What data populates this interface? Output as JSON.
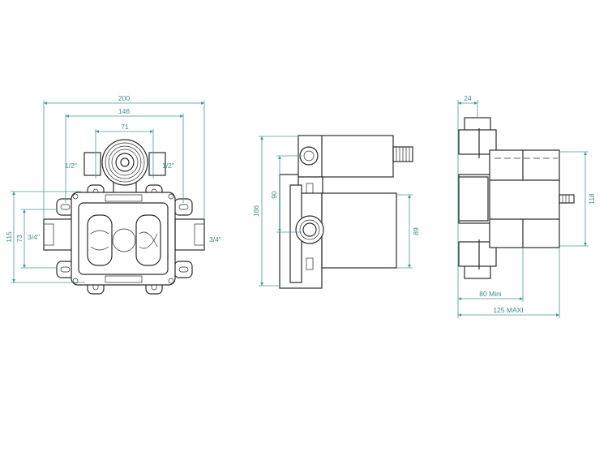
{
  "colors": {
    "dimension": "#4a9a9a",
    "outline": "#2b2b2b"
  },
  "front_view": {
    "width_overall": "200",
    "width_fittings": "146",
    "width_outlets": "71",
    "outlet_left": "1/2\"",
    "outlet_right": "1/2\"",
    "inlet_left": "3/4\"",
    "inlet_right": "3/4\"",
    "height_overall": "115",
    "height_inlets": "73"
  },
  "side_view": {
    "height_overall": "186",
    "height_upper": "90",
    "height_body": "89"
  },
  "right_view": {
    "plate_depth": "24",
    "body_height": "118",
    "depth_min": "80 Mini",
    "depth_max": "125 MAXI"
  }
}
